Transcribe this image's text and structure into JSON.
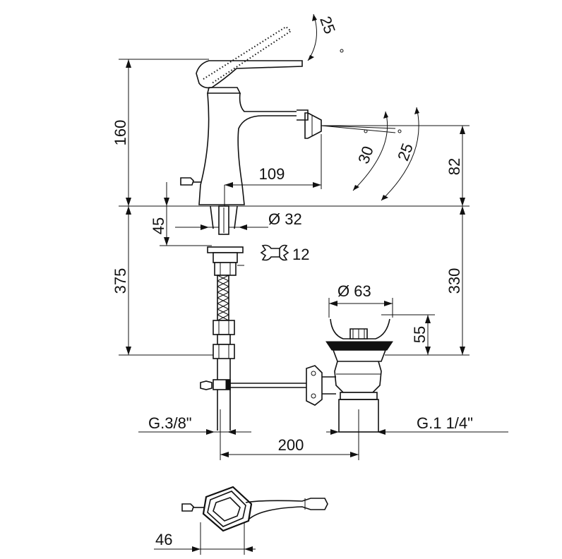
{
  "dimensions": {
    "lever_angle": "25",
    "height_160": "160",
    "spout_reach": "109",
    "jet_angle_30": "30",
    "jet_angle_25": "25",
    "height_82": "82",
    "height_45": "45",
    "diameter_32": "Ø 32",
    "wrench_12": "12",
    "height_375": "375",
    "height_330": "330",
    "diameter_63": "Ø 63",
    "height_55": "55",
    "thread_left": "G.3/8\"",
    "thread_right": "G.1 1/4\"",
    "distance_200": "200",
    "width_46": "46"
  }
}
